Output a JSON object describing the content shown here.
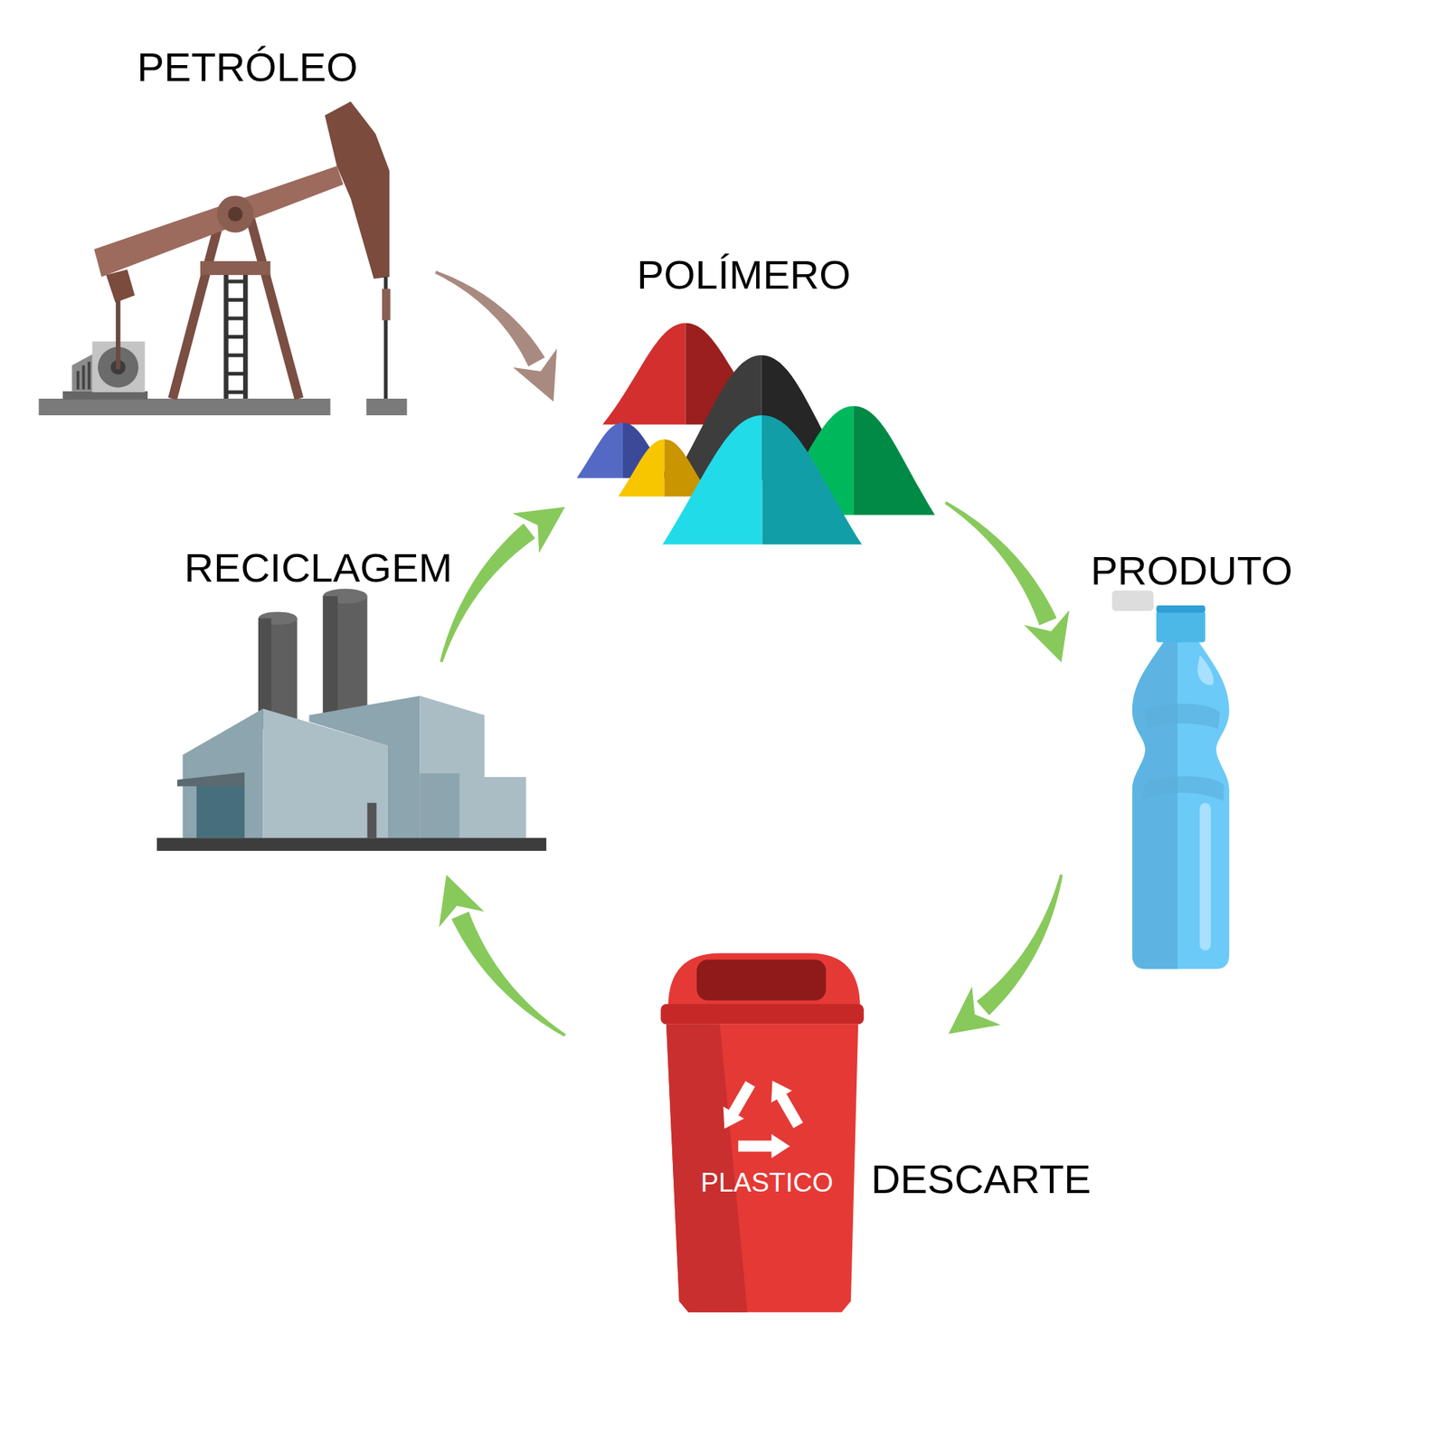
{
  "diagram": {
    "nodes": [
      {
        "text": [
          "PETRÓLEO"
        ]
      },
      {
        "text": [
          "POLÍMERO"
        ]
      },
      {
        "text": [
          "PRODUTO"
        ]
      },
      {
        "text": [
          "PLASTICO",
          "DESCARTE"
        ]
      },
      {
        "text": [
          "RECICLAGEM"
        ]
      }
    ],
    "edges": [
      {
        "from": 0,
        "to": 1,
        "arrow": "to"
      },
      {
        "from": 1,
        "to": 2,
        "arrow": "to"
      },
      {
        "from": 2,
        "to": 3,
        "arrow": "to"
      },
      {
        "from": 3,
        "to": 4,
        "arrow": "to"
      },
      {
        "from": 4,
        "to": 1,
        "arrow": "to"
      }
    ]
  }
}
